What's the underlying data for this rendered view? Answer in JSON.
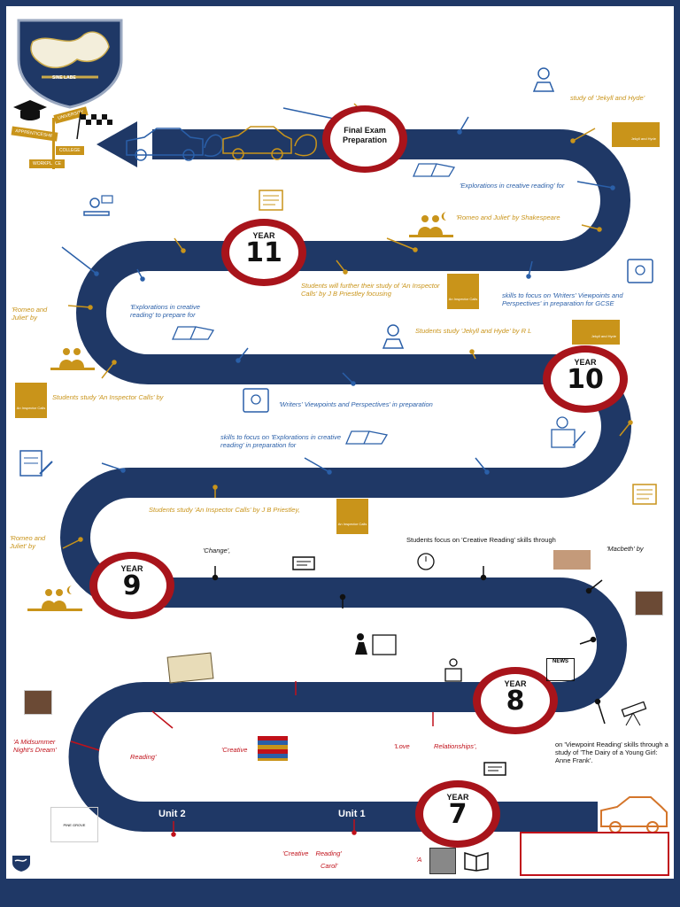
{
  "colors": {
    "road": "#1f3866",
    "gold": "#c9941a",
    "blue": "#2a5fa8",
    "red": "#c0111a",
    "sign_ring": "#a8141b"
  },
  "logo": {
    "motto": "SINE LABE"
  },
  "signpost": {
    "university": "UNIVERSITY",
    "apprenticeship": "APPRENTICESHIP",
    "college": "COLLEGE",
    "workplace": "WORKPLACE"
  },
  "final_exam": {
    "label": "Final Exam Preparation"
  },
  "years": {
    "y7": "7",
    "y8": "8",
    "y9": "9",
    "y10": "10",
    "y11": "11",
    "prefix": "YEAR"
  },
  "units": {
    "unit1": "Unit 1",
    "unit2": "Unit 2"
  },
  "labels": {
    "jekyll_top": "study of 'Jekyll and Hyde'",
    "explorations_top": "'Explorations in creative reading' for",
    "romeo_top": "'Romeo and Juliet' by Shakespeare",
    "inspector_further": "Students will further their study of 'An Inspector Calls' by J B Priestley focusing",
    "skills_writers_gcse": "skills to focus on 'Writers' Viewpoints and Perspectives' in preparation for GCSE",
    "romeo_left": "'Romeo and Juliet' by",
    "explorations_prepare": "'Explorations in creative reading' to prepare for",
    "jekyll_rl": "Students study 'Jekyll and Hyde' by R L",
    "inspector_by": "Students study 'An Inspector Calls' by",
    "writers_viewpoints": "'Writers' Viewpoints and Perspectives' in preparation",
    "skills_explorations": "skills to focus on 'Explorations in creative reading' in preparation for",
    "inspector_priestley": "Students study 'An Inspector Calls' by J B Priestley,",
    "romeo_y9": "'Romeo and Juliet' by",
    "change": "'Change',",
    "creative_reading_focus": "Students focus on 'Creative Reading' skills through",
    "macbeth": "'Macbeth' by",
    "midsummer": "'A Midsummer Night's Dream'",
    "reading": "Reading'",
    "creative": "'Creative",
    "love": "'Love",
    "relationships": "Relationships',",
    "viewpoint_reading": "on 'Viewpoint Reading' skills through a study of 'The Dairy of a Young Girl: Anne Frank'.",
    "creative_reading_y7": "'Creative Reading'",
    "carol": "Carol'",
    "a_label": "'A"
  },
  "badges": {
    "inspector": "An Inspector Calls",
    "jekyll": "Jekyll and Hyde",
    "news": "NEWS",
    "pine": "PINE GROVE"
  }
}
